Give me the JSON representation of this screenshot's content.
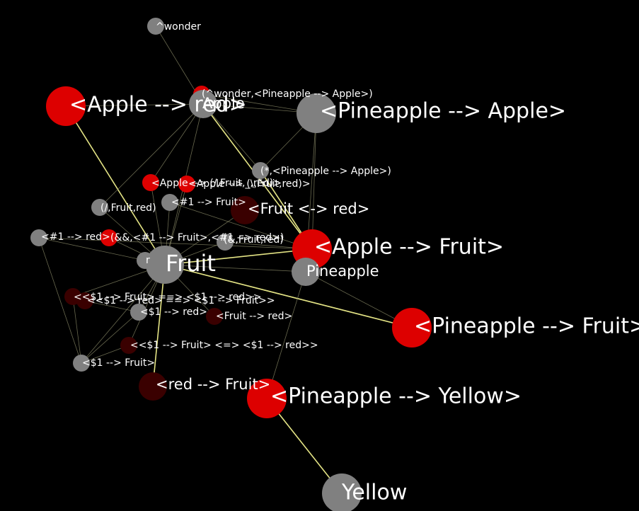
{
  "colors": {
    "background": "#000000",
    "concept": "#808080",
    "belief": "#dd0000",
    "weak_belief": "#3a0000",
    "edge_dim": "#8c8c6a",
    "edge_bright": "#f0f08c",
    "label": "#ffffff"
  },
  "nodes": [
    {
      "id": "wonder",
      "label": "^wonder",
      "kind": "concept",
      "size": "small"
    },
    {
      "id": "apple_red",
      "label": "<Apple --> red>",
      "kind": "belief",
      "size": "large"
    },
    {
      "id": "wonder_pineapple",
      "label": "(^wonder,<Pineapple --> Apple>)",
      "kind": "belief",
      "size": "small"
    },
    {
      "id": "apple_concept",
      "label": "Apple",
      "kind": "concept",
      "size": "medium"
    },
    {
      "id": "pineapple_apple",
      "label": "<Pineapple --> Apple>",
      "kind": "concept",
      "size": "large"
    },
    {
      "id": "star_pineapple",
      "label": "(*,<Pineapple --> Apple>)",
      "kind": "concept",
      "size": "small"
    },
    {
      "id": "apple_arrow_small",
      "label": "<Apple --> (/,Fruit,_,red)>",
      "kind": "belief",
      "size": "small"
    },
    {
      "id": "apple_fruit_red",
      "label": "<Apple --> (\\,Fruit,red)>",
      "kind": "belief",
      "size": "small"
    },
    {
      "id": "h1_fruit",
      "label": "<#1 --> Fruit>",
      "kind": "concept",
      "size": "small"
    },
    {
      "id": "slash_fruit_red",
      "label": "(/,Fruit,red)",
      "kind": "concept",
      "size": "small"
    },
    {
      "id": "fruit_equiv_red",
      "label": "<Fruit <-> red>",
      "kind": "weak_belief",
      "size": "medium"
    },
    {
      "id": "h1_red",
      "label": "<#1 --> red>",
      "kind": "concept",
      "size": "small"
    },
    {
      "id": "and_h1_fruit",
      "label": "(&&,<#1 --> Fruit>,<#1 --> red>)",
      "kind": "belief",
      "size": "small"
    },
    {
      "id": "amp_fruit_red",
      "label": "(&,Fruit,red)",
      "kind": "concept",
      "size": "small"
    },
    {
      "id": "apple_fruit",
      "label": "<Apple --> Fruit>",
      "kind": "belief",
      "size": "large"
    },
    {
      "id": "fruit",
      "label": "Fruit",
      "kind": "concept",
      "size": "xlarge"
    },
    {
      "id": "r_node",
      "label": "r",
      "kind": "concept",
      "size": "small"
    },
    {
      "id": "pineapple",
      "label": "Pineapple",
      "kind": "concept",
      "size": "medium"
    },
    {
      "id": "impl_fruit_red",
      "label": "<<$1 --> Fruit> ==> <$1 --> red>>",
      "kind": "weak_belief",
      "size": "small"
    },
    {
      "id": "impl_red_fruit",
      "label": "<<$1 --> red> ==> <$1 --> Fruit>>",
      "kind": "weak_belief",
      "size": "small"
    },
    {
      "id": "s1_red",
      "label": "<$1 --> red>",
      "kind": "concept",
      "size": "small"
    },
    {
      "id": "fruit_red",
      "label": "<Fruit --> red>",
      "kind": "weak_belief",
      "size": "small"
    },
    {
      "id": "pineapple_fruit",
      "label": "<Pineapple --> Fruit>",
      "kind": "belief",
      "size": "large"
    },
    {
      "id": "equiv_fruit_red",
      "label": "<<$1 --> Fruit> <=> <$1 --> red>>",
      "kind": "weak_belief",
      "size": "small"
    },
    {
      "id": "s1_fruit",
      "label": "<$1 --> Fruit>",
      "kind": "concept",
      "size": "small"
    },
    {
      "id": "red_fruit",
      "label": "<red --> Fruit>",
      "kind": "weak_belief",
      "size": "medium"
    },
    {
      "id": "pineapple_yellow",
      "label": "<Pineapple --> Yellow>",
      "kind": "belief",
      "size": "large"
    },
    {
      "id": "yellow",
      "label": "Yellow",
      "kind": "concept",
      "size": "large"
    }
  ],
  "edges": [
    {
      "source": "wonder",
      "target": "apple_concept",
      "strength": "dim"
    },
    {
      "source": "apple_red",
      "target": "apple_concept",
      "strength": "dim"
    },
    {
      "source": "apple_red",
      "target": "fruit",
      "strength": "bright"
    },
    {
      "source": "apple_concept",
      "target": "pineapple_apple",
      "strength": "dim"
    },
    {
      "source": "apple_concept",
      "target": "star_pineapple",
      "strength": "dim"
    },
    {
      "source": "apple_concept",
      "target": "apple_fruit",
      "strength": "bright"
    },
    {
      "source": "apple_concept",
      "target": "apple_arrow_small",
      "strength": "dim"
    },
    {
      "source": "apple_concept",
      "target": "slash_fruit_red",
      "strength": "dim"
    },
    {
      "source": "apple_concept",
      "target": "fruit",
      "strength": "dim"
    },
    {
      "source": "pineapple_apple",
      "target": "star_pineapple",
      "strength": "dim"
    },
    {
      "source": "pineapple_apple",
      "target": "apple_fruit",
      "strength": "dim"
    },
    {
      "source": "wonder_pineapple",
      "target": "pineapple_apple",
      "strength": "dim"
    },
    {
      "source": "star_pineapple",
      "target": "apple_fruit",
      "strength": "bright"
    },
    {
      "source": "apple_fruit",
      "target": "fruit",
      "strength": "bright"
    },
    {
      "source": "apple_fruit",
      "target": "h1_fruit",
      "strength": "dim"
    },
    {
      "source": "apple_fruit",
      "target": "h1_red",
      "strength": "dim"
    },
    {
      "source": "apple_fruit",
      "target": "amp_fruit_red",
      "strength": "dim"
    },
    {
      "source": "apple_fruit_red",
      "target": "fruit",
      "strength": "dim"
    },
    {
      "source": "apple_arrow_small",
      "target": "fruit",
      "strength": "dim"
    },
    {
      "source": "h1_fruit",
      "target": "fruit",
      "strength": "dim"
    },
    {
      "source": "slash_fruit_red",
      "target": "fruit",
      "strength": "dim"
    },
    {
      "source": "h1_red",
      "target": "fruit",
      "strength": "dim"
    },
    {
      "source": "h1_red",
      "target": "s1_fruit",
      "strength": "dim"
    },
    {
      "source": "and_h1_fruit",
      "target": "fruit",
      "strength": "dim"
    },
    {
      "source": "amp_fruit_red",
      "target": "fruit",
      "strength": "dim"
    },
    {
      "source": "fruit_equiv_red",
      "target": "fruit",
      "strength": "dim"
    },
    {
      "source": "fruit",
      "target": "pineapple_fruit",
      "strength": "bright"
    },
    {
      "source": "fruit",
      "target": "red_fruit",
      "strength": "bright"
    },
    {
      "source": "fruit",
      "target": "s1_red",
      "strength": "dim"
    },
    {
      "source": "fruit",
      "target": "s1_fruit",
      "strength": "dim"
    },
    {
      "source": "fruit",
      "target": "impl_fruit_red",
      "strength": "dim"
    },
    {
      "source": "fruit",
      "target": "equiv_fruit_red",
      "strength": "dim"
    },
    {
      "source": "fruit",
      "target": "fruit_red",
      "strength": "dim"
    },
    {
      "source": "fruit",
      "target": "pineapple",
      "strength": "dim"
    },
    {
      "source": "r_node",
      "target": "fruit",
      "strength": "dim"
    },
    {
      "source": "impl_fruit_red",
      "target": "s1_fruit",
      "strength": "dim"
    },
    {
      "source": "impl_red_fruit",
      "target": "s1_red",
      "strength": "dim"
    },
    {
      "source": "s1_red",
      "target": "s1_fruit",
      "strength": "dim"
    },
    {
      "source": "equiv_fruit_red",
      "target": "s1_fruit",
      "strength": "dim"
    },
    {
      "source": "pineapple",
      "target": "pineapple_apple",
      "strength": "dim"
    },
    {
      "source": "pineapple",
      "target": "pineapple_fruit",
      "strength": "dim"
    },
    {
      "source": "pineapple",
      "target": "pineapple_yellow",
      "strength": "dim"
    },
    {
      "source": "pineapple_yellow",
      "target": "yellow",
      "strength": "bright"
    }
  ]
}
